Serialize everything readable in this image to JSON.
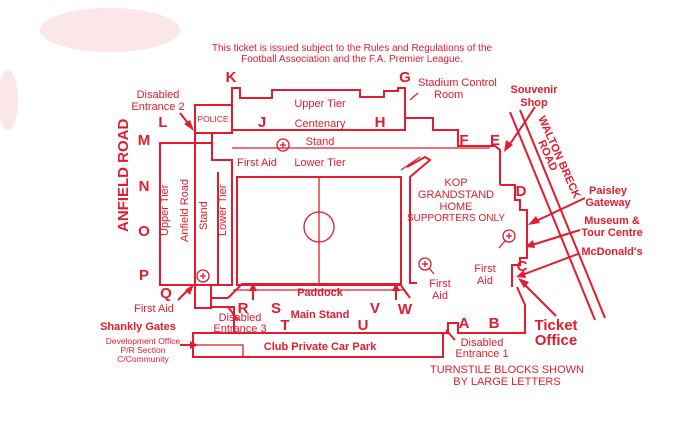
{
  "notice": {
    "line1": "This ticket is issued subject to the Rules and Regulations of the",
    "line2": "Football Association and the F.A. Premier League."
  },
  "turnstiles": {
    "K": "K",
    "G": "G",
    "L": "L",
    "J": "J",
    "H": "H",
    "M": "M",
    "N": "N",
    "O": "O",
    "P": "P",
    "Q": "Q",
    "F": "F",
    "E": "E",
    "D": "D",
    "C": "C",
    "R": "R",
    "S": "S",
    "T": "T",
    "U": "U",
    "V": "V",
    "W": "W",
    "A": "A",
    "B": "B"
  },
  "labels": {
    "stadium_control_1": "Stadium Control",
    "stadium_control_2": "Room",
    "souvenir_1": "Souvenir",
    "souvenir_2": "Shop",
    "disabled_entrance_2_1": "Disabled",
    "disabled_entrance_2_2": "Entrance 2",
    "police": "POLICE",
    "upper_tier": "Upper Tier",
    "centenary": "Centenary",
    "stand": "Stand",
    "lower_tier": "Lower Tier",
    "first_aid_top": "First Aid",
    "walton_breck_1": "WALTON BRECK",
    "walton_breck_2": "ROAD",
    "anfield_road": "ANFIELD ROAD",
    "ar_upper_tier": "Upper Tier",
    "ar_anfield_road": "Anfield Road",
    "ar_stand": "Stand",
    "ar_lower_tier": "Lower Tier",
    "kop_1": "KOP",
    "kop_2": "GRANDSTAND",
    "kop_3": "HOME",
    "kop_4": "SUPPORTERS ONLY",
    "paisley_1": "Paisley",
    "paisley_2": "Gateway",
    "museum_1": "Museum &",
    "museum_2": "Tour Centre",
    "mcdonalds": "McDonald's",
    "first_aid_kop_1": "First",
    "first_aid_kop_2": "Aid",
    "first_aid_right_1": "First",
    "first_aid_right_2": "Aid",
    "first_aid_left": "First Aid",
    "paddock": "Paddock",
    "main_stand": "Main Stand",
    "disabled_entrance_3_1": "Disabled",
    "disabled_entrance_3_2": "Entrance 3",
    "shankly_gates": "Shankly Gates",
    "ticket_office_1": "Ticket",
    "ticket_office_2": "Office",
    "development_1": "Development Office",
    "development_2": "P/R Section",
    "development_3": "C/Community",
    "car_park": "Club Private Car Park",
    "disabled_entrance_1_1": "Disabled",
    "disabled_entrance_1_2": "Entrance 1",
    "turnstile_note_1": "TURNSTILE BLOCKS SHOWN",
    "turnstile_note_2": "BY LARGE LETTERS"
  },
  "colors": {
    "ink": "#e31b2e",
    "paper": "#ffffff"
  }
}
